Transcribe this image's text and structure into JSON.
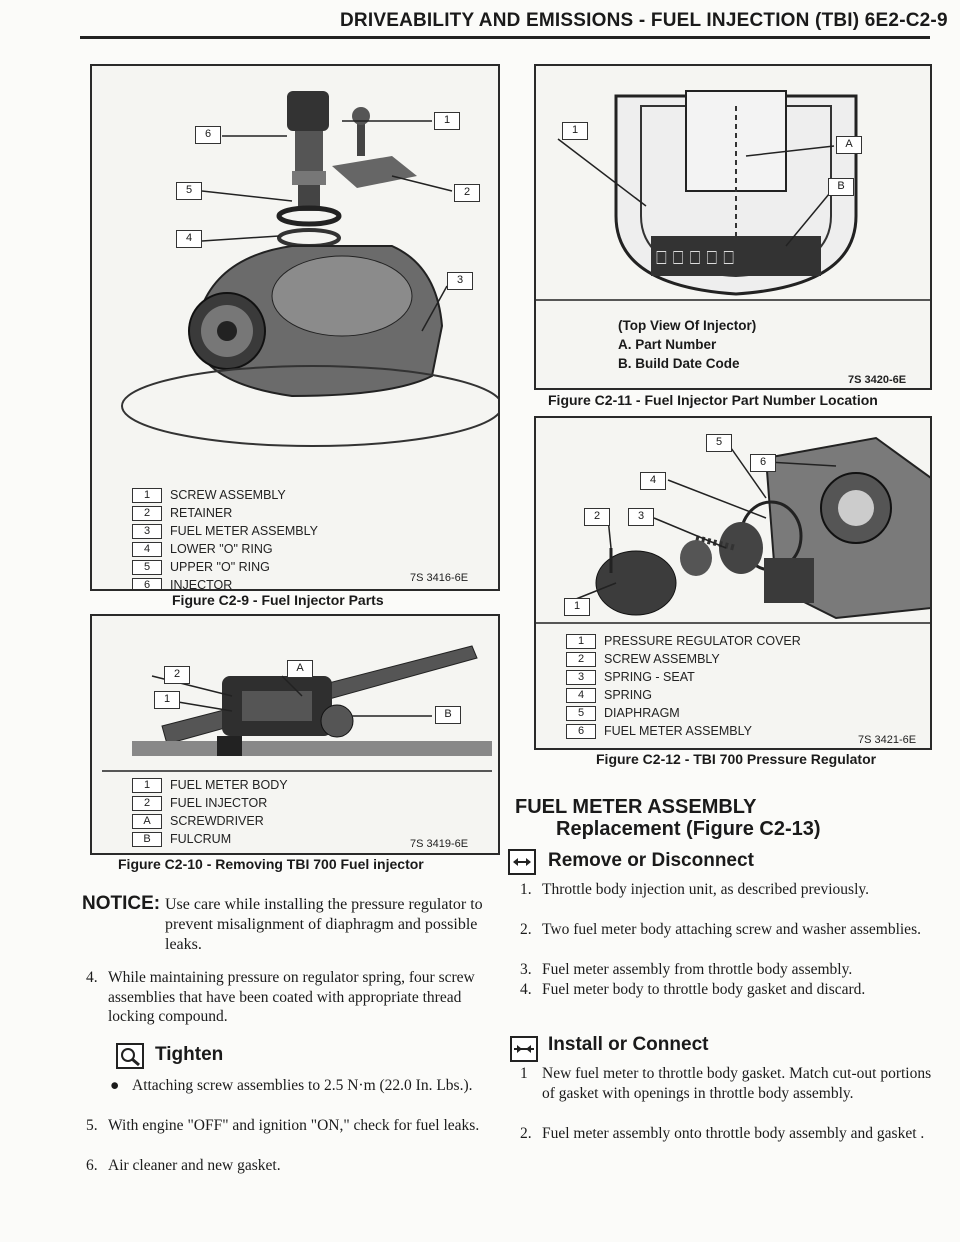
{
  "header": {
    "title": "DRIVEABILITY AND EMISSIONS - FUEL INJECTION (TBI) 6E2-C2-9"
  },
  "fig_c2_9": {
    "callouts": [
      "6",
      "1",
      "5",
      "2",
      "4",
      "3"
    ],
    "legend": [
      {
        "num": "1",
        "text": "SCREW ASSEMBLY"
      },
      {
        "num": "2",
        "text": "RETAINER"
      },
      {
        "num": "3",
        "text": "FUEL METER ASSEMBLY"
      },
      {
        "num": "4",
        "text": "LOWER \"O\" RING"
      },
      {
        "num": "5",
        "text": "UPPER \"O\" RING"
      },
      {
        "num": "6",
        "text": "INJECTOR"
      }
    ],
    "ref": "7S 3416-6E",
    "caption": "Figure C2-9 - Fuel Injector Parts"
  },
  "fig_c2_10": {
    "callouts": [
      "2",
      "A",
      "1",
      "B"
    ],
    "legend": [
      {
        "num": "1",
        "text": "FUEL METER BODY"
      },
      {
        "num": "2",
        "text": "FUEL INJECTOR"
      },
      {
        "num": "A",
        "text": "SCREWDRIVER"
      },
      {
        "num": "B",
        "text": "FULCRUM"
      }
    ],
    "ref": "7S 3419-6E",
    "caption": "Figure C2-10 - Removing TBI 700 Fuel injector"
  },
  "fig_c2_11": {
    "callouts": [
      "1",
      "A",
      "B"
    ],
    "top_view": "(Top View Of Injector)",
    "items": [
      "A. Part Number",
      "B. Build Date Code"
    ],
    "ref": "7S 3420-6E",
    "caption": "Figure C2-11 - Fuel Injector Part Number Location"
  },
  "fig_c2_12": {
    "callouts": [
      "5",
      "6",
      "4",
      "2",
      "3",
      "1"
    ],
    "legend": [
      {
        "num": "1",
        "text": "PRESSURE REGULATOR COVER"
      },
      {
        "num": "2",
        "text": "SCREW ASSEMBLY"
      },
      {
        "num": "3",
        "text": "SPRING - SEAT"
      },
      {
        "num": "4",
        "text": "SPRING"
      },
      {
        "num": "5",
        "text": "DIAPHRAGM"
      },
      {
        "num": "6",
        "text": "FUEL METER ASSEMBLY"
      }
    ],
    "ref": "7S 3421-6E",
    "caption": "Figure C2-12 - TBI 700 Pressure Regulator"
  },
  "left_text": {
    "notice_label": "NOTICE:",
    "notice_body": "Use care while installing the pressure regulator to prevent misalignment of diaphragm and possible leaks.",
    "step4_num": "4.",
    "step4": "While maintaining pressure on regulator spring, four screw assemblies that have been coated with appropriate thread locking compound.",
    "tighten_heading": "Tighten",
    "tighten_bullet": "Attaching screw assemblies to 2.5 N·m (22.0 In. Lbs.).",
    "step5_num": "5.",
    "step5": "With engine \"OFF\" and ignition \"ON,\" check for fuel leaks.",
    "step6_num": "6.",
    "step6": "Air cleaner and new gasket."
  },
  "right_text": {
    "section_title": "FUEL METER ASSEMBLY",
    "section_subtitle": "Replacement (Figure C2-13)",
    "remove_heading": "Remove or Disconnect",
    "remove_steps": [
      {
        "n": "1.",
        "t": "Throttle body injection unit, as described previously."
      },
      {
        "n": "2.",
        "t": "Two fuel meter body attaching screw and washer assemblies."
      },
      {
        "n": "3.",
        "t": "Fuel meter assembly from throttle body assembly."
      },
      {
        "n": "4.",
        "t": "Fuel meter body to throttle body gasket and discard."
      }
    ],
    "install_heading": "Install or Connect",
    "install_steps": [
      {
        "n": "1",
        "t": "New fuel meter to throttle body gasket. Match cut-out portions of gasket with openings in throttle body assembly."
      },
      {
        "n": "2.",
        "t": "Fuel meter assembly onto throttle body assembly and gasket ."
      }
    ]
  }
}
